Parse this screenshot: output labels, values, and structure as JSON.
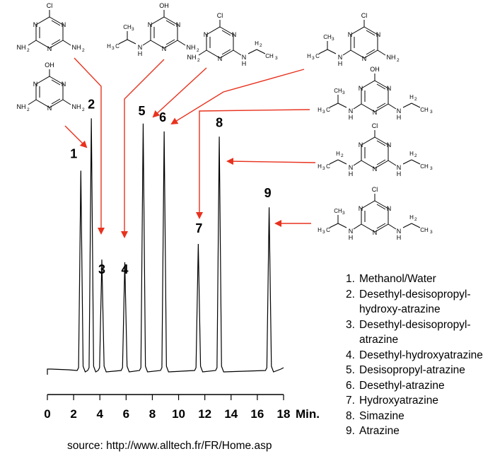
{
  "chart_data": {
    "type": "line",
    "title": "",
    "xlabel": "Min.",
    "ylabel": "",
    "xlim": [
      0,
      18
    ],
    "x_ticks": [
      "0",
      "2",
      "4",
      "6",
      "8",
      "10",
      "12",
      "14",
      "16",
      "18"
    ],
    "peaks": [
      {
        "label": "1",
        "time": 2.55,
        "height": 0.78
      },
      {
        "label": "2",
        "time": 3.35,
        "height": 0.98
      },
      {
        "label": "3",
        "time": 4.15,
        "height": 0.44
      },
      {
        "label": "4",
        "time": 5.9,
        "height": 0.43
      },
      {
        "label": "5",
        "time": 7.3,
        "height": 0.96
      },
      {
        "label": "6",
        "time": 8.9,
        "height": 0.93
      },
      {
        "label": "7",
        "time": 11.5,
        "height": 0.5
      },
      {
        "label": "8",
        "time": 13.1,
        "height": 0.91
      },
      {
        "label": "9",
        "time": 16.9,
        "height": 0.64
      }
    ],
    "grid": false
  },
  "legend": [
    {
      "num": "1.",
      "name": "Methanol/Water"
    },
    {
      "num": "2.",
      "name": "Desethyl-desisopropyl-hydroxy-atrazine"
    },
    {
      "num": "3.",
      "name": "Desethyl-desisopropyl-atrazine"
    },
    {
      "num": "4.",
      "name": "Desethyl-hydroxyatrazine"
    },
    {
      "num": "5.",
      "name": "Desisopropyl-atrazine"
    },
    {
      "num": "6.",
      "name": "Desethyl-atrazine"
    },
    {
      "num": "7.",
      "name": "Hydroxyatrazine"
    },
    {
      "num": "8.",
      "name": "Simazine"
    },
    {
      "num": "9.",
      "name": "Atrazine"
    }
  ],
  "source": "source: http://www.alltech.fr/FR/Home.asp",
  "structure_atoms": {
    "cl": "Cl",
    "oh": "OH",
    "n": "N",
    "nh": "N",
    "h": "H",
    "nh2": "NH",
    "sub2": "2",
    "ch3": "CH",
    "sub3": "3",
    "h3c": "H",
    "c": "C",
    "h2": "H"
  },
  "colors": {
    "arrow": "#e8321e",
    "trace": "#000000"
  }
}
